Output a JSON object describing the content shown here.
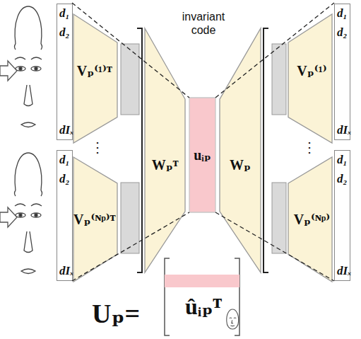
{
  "diagram": {
    "nodes": [
      {
        "text": [
          "d₁",
          "d₂",
          "dIₓ"
        ]
      },
      {
        "text": [
          "Vₚ⁽¹⁾ᵀ"
        ]
      },
      {
        "text": [
          "d₁",
          "d₂",
          "dIₓ"
        ]
      },
      {
        "text": [
          "Vₚ⁽ᴺᵖ⁾ᵀ"
        ]
      },
      {
        "text": [
          "Wₚᵀ"
        ]
      },
      {
        "text": [
          "uᵢₚ"
        ]
      },
      {
        "text": [
          "Wₚ"
        ]
      },
      {
        "text": [
          "Vₚ⁽¹⁾"
        ]
      },
      {
        "text": [
          "d₁",
          "d₂",
          "dIₓ"
        ]
      },
      {
        "text": [
          "Vₚ⁽ᴺᵖ⁾"
        ]
      },
      {
        "text": [
          "d₁",
          "d₂",
          "dIₓ"
        ]
      }
    ],
    "labels": [
      "invariant code",
      "⋮",
      "⋮",
      "Uₚ=",
      "ûᵢₚᵀ"
    ]
  }
}
